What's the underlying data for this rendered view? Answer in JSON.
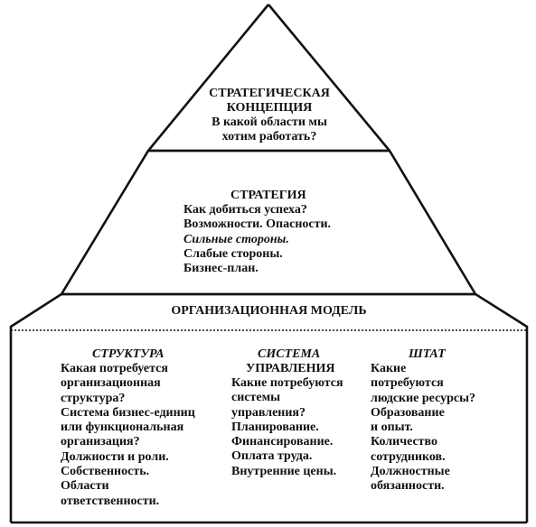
{
  "tier1": {
    "title_line1": "СТРАТЕГИЧЕСКАЯ",
    "title_line2": "КОНЦЕПЦИЯ",
    "question_line1": "В какой области мы",
    "question_line2": "хотим работать?"
  },
  "tier2": {
    "title": "СТРАТЕГИЯ",
    "items": [
      "Как добиться успеха?",
      "Возможности. Опасности.",
      "Сильные стороны.",
      "Слабые стороны.",
      "Бизнес-план."
    ]
  },
  "tier3": {
    "title": "ОРГАНИЗАЦИОННАЯ МОДЕЛЬ"
  },
  "columns": {
    "structure": {
      "title": "СТРУКТУРА",
      "lines": [
        "Какая потребуется",
        "организационная",
        "структура?",
        "Система бизнес-единиц",
        "или функциональная",
        "организация?",
        "Должности и роли.",
        "Собственность.",
        "Области",
        "ответственности."
      ]
    },
    "management": {
      "title_line1": "СИСТЕМА",
      "title_line2": "УПРАВЛЕНИЯ",
      "lines": [
        "Какие потребуются",
        "системы",
        "управления?",
        "Планирование.",
        "Финансирование.",
        "Оплата труда.",
        "Внутренние цены."
      ]
    },
    "staff": {
      "title": "ШТАТ",
      "lines": [
        "Какие",
        "потребуются",
        "людские ресурсы?",
        "Образование",
        "и опыт.",
        "Количество",
        "сотрудников.",
        "Должностные",
        "обязанности."
      ]
    }
  }
}
